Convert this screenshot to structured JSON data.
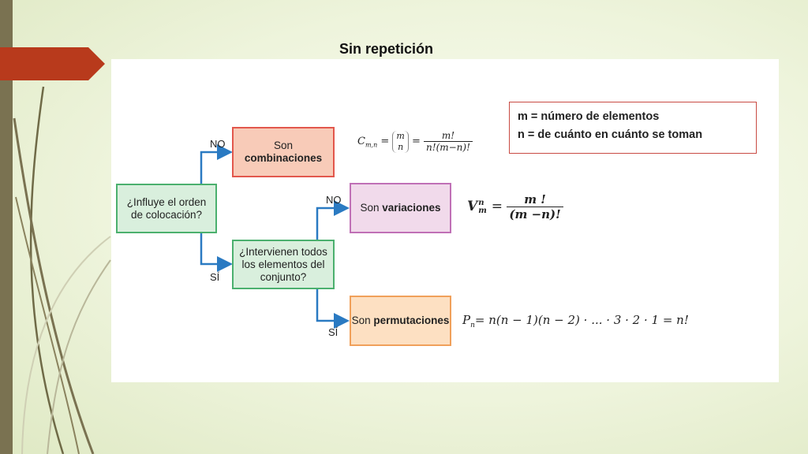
{
  "title": "Sin repetición",
  "definitions": {
    "line1": "m = número de elementos",
    "line2": "n = de cuánto en cuánto se toman"
  },
  "nodes": {
    "q1": "¿Influye el orden de colocación?",
    "q2": "¿Intervienen todos los elementos del conjunto?",
    "comb_prefix": "Son ",
    "comb_strong": "combinaciones",
    "var_prefix": "Son ",
    "var_strong": "variaciones",
    "perm_prefix": "Son ",
    "perm_strong": "permutaciones"
  },
  "edge_labels": {
    "no1": "NO",
    "si1": "SÍ",
    "no2": "NO",
    "si2": "SÍ"
  },
  "formulas": {
    "comb_lhs": "C",
    "comb_sub": "m,n",
    "comb_binom_top": "m",
    "comb_binom_bottom": "n",
    "comb_num": "m!",
    "comb_den": "n!(m−n)!",
    "var_lhs": "V",
    "var_sup": "n",
    "var_sub": "m",
    "var_num": "m !",
    "var_den": "(m −n)!",
    "perm_lhs": "P",
    "perm_sub": "n",
    "perm_rhs": "= n(n − 1)(n − 2) · ... · 3 · 2 · 1 = n!"
  },
  "colors": {
    "arrow": "#2a7ac2",
    "green": "#4bb06e",
    "red": "#e2574c",
    "pink": "#c070b6",
    "orange": "#f0a05a"
  }
}
